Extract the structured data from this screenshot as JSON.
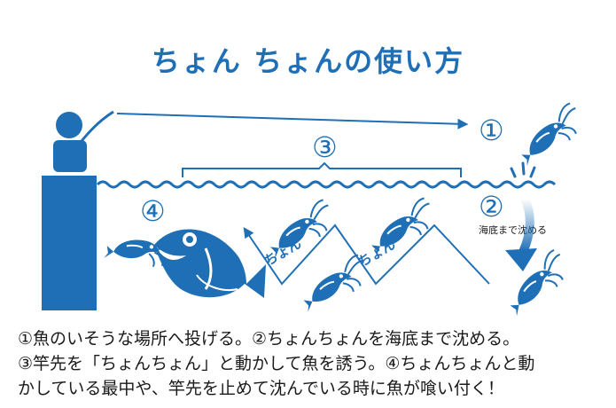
{
  "title": "ちょん ちょんの使い方",
  "steps": {
    "step1": "①",
    "step2": "②",
    "step3": "③",
    "step4": "④"
  },
  "labels": {
    "sink_note": "海底まで沈める",
    "chon_left": "ちょん",
    "chon_right": "ちょん"
  },
  "description": [
    "①魚のいそうな場所へ投げる。②ちょんちょんを海底まで沈める。",
    "③竿先を「ちょんちょん」と動かして魚を誘う。④ちょんちょんと動",
    "かしている最中や、竿先を止めて沈んでいる時に魚が喰い付く！"
  ],
  "colors": {
    "brand_blue": "#1f6fb7",
    "water_line": "#1f6fb7",
    "text_dark": "#1a1a1a"
  },
  "icons": [
    "angler-icon",
    "shrimp-lure-icon",
    "fish-icon",
    "splash-icon"
  ]
}
